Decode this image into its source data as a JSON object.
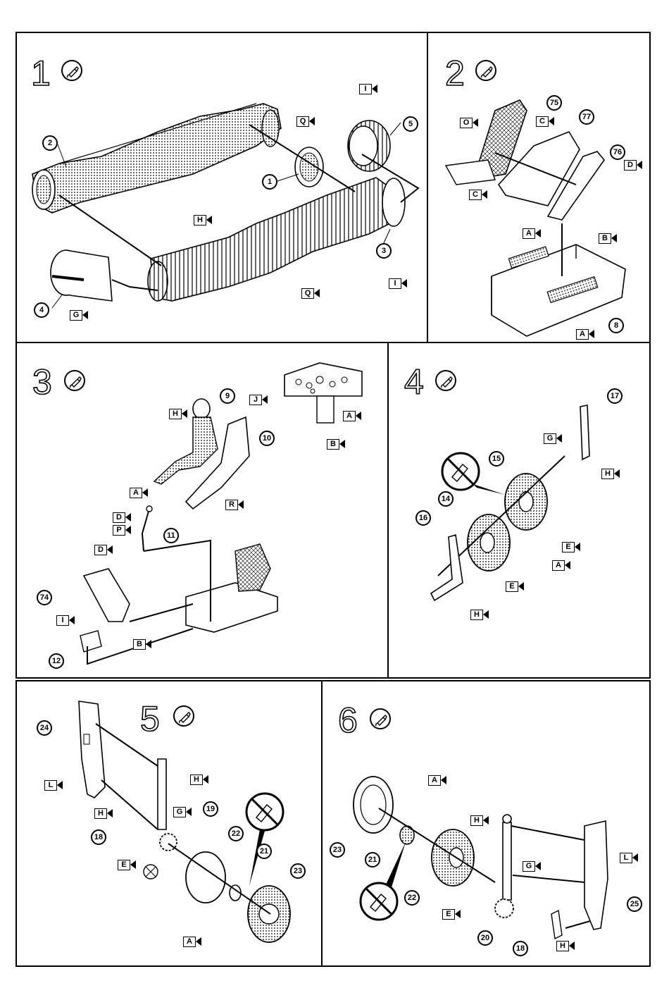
{
  "steps": [
    {
      "number": "1"
    },
    {
      "number": "2"
    },
    {
      "number": "3"
    },
    {
      "number": "4"
    },
    {
      "number": "5"
    },
    {
      "number": "6"
    }
  ],
  "callouts": {
    "s1": [
      "2",
      "1",
      "5",
      "3",
      "4"
    ],
    "s2": [
      "75",
      "77",
      "76",
      "8"
    ],
    "s3": [
      "9",
      "10",
      "11",
      "74",
      "12"
    ],
    "s4": [
      "17",
      "15",
      "14",
      "16"
    ],
    "s5": [
      "24",
      "19",
      "18",
      "22",
      "21",
      "23"
    ],
    "s6": [
      "23",
      "21",
      "22",
      "20",
      "18",
      "25"
    ]
  },
  "flags": {
    "s1": [
      "Q",
      "I",
      "H",
      "Q",
      "I",
      "G"
    ],
    "s2": [
      "O",
      "C",
      "C",
      "D",
      "A",
      "B",
      "A"
    ],
    "s3": [
      "H",
      "J",
      "A",
      "B",
      "A",
      "R",
      "D",
      "P",
      "D",
      "I",
      "B"
    ],
    "s4": [
      "G",
      "H",
      "E",
      "A",
      "E",
      "H"
    ],
    "s5": [
      "L",
      "H",
      "H",
      "G",
      "E",
      "A"
    ],
    "s6": [
      "A",
      "H",
      "G",
      "E",
      "H",
      "L"
    ]
  },
  "icons": {
    "glue": "glue-tube-icon",
    "no_glue": "no-glue-icon"
  }
}
